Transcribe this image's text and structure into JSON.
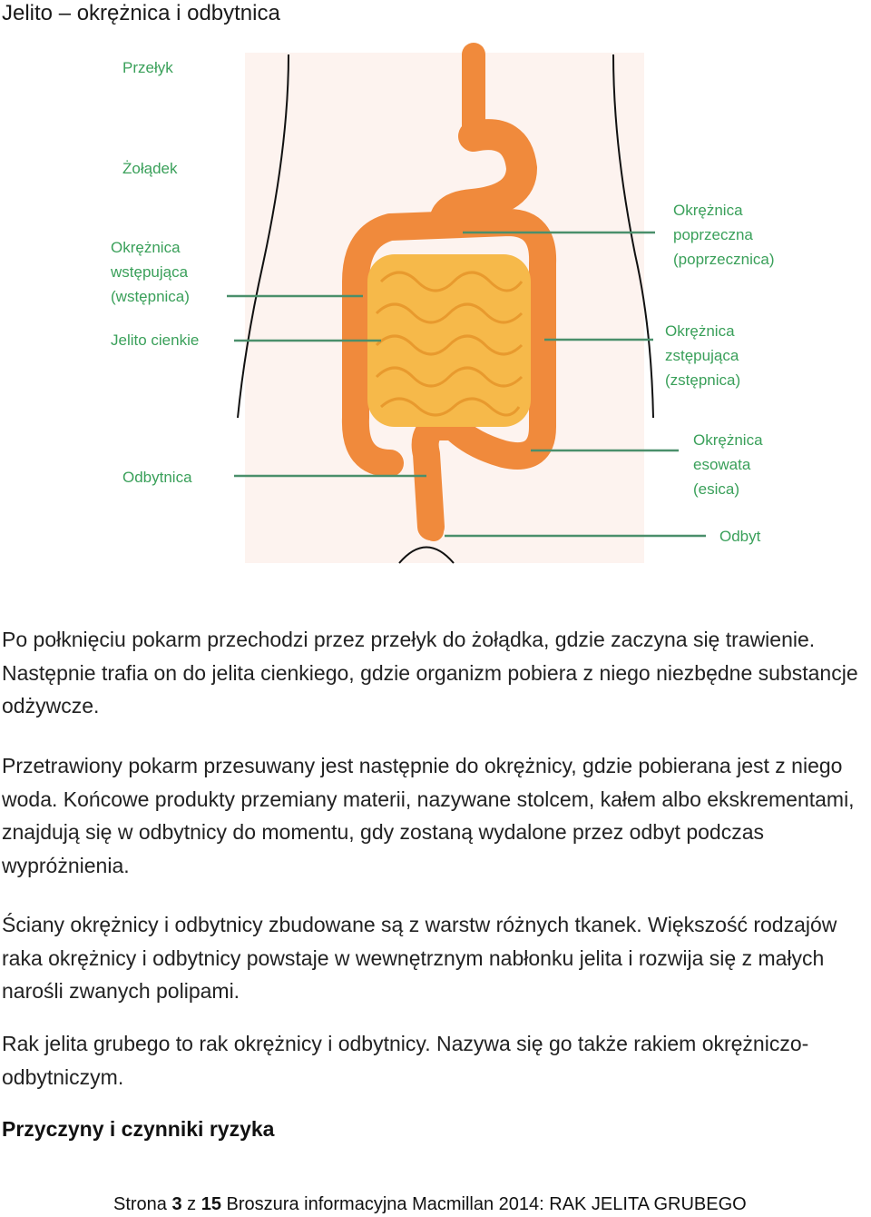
{
  "title": "Jelito – okrężnica i odbytnica",
  "diagram": {
    "labels": {
      "przelyk": "Przełyk",
      "zoladek": "Żołądek",
      "wstepujaca": "Okrężnica\nwstępująca\n(wstępnica)",
      "jelito_cienkie": "Jelito cienkie",
      "odbytnica": "Odbytnica",
      "poprzeczna": "Okrężnica\npoprzeczna\n(poprzecznica)",
      "zstepujaca": "Okrężnica\nzstępująca\n(zstępnica)",
      "esowata": "Okrężnica\nesowata\n(esica)",
      "odbyt": "Odbyt"
    },
    "colors": {
      "colon": "#f08a3c",
      "small_intestine": "#f6b94a",
      "label": "#3aa05a",
      "leader": "#4a8f6b"
    }
  },
  "paragraphs": [
    "Po połknięciu pokarm przechodzi przez przełyk do żołądka, gdzie zaczyna się trawienie. Następnie trafia on do jelita cienkiego, gdzie organizm pobiera z niego niezbędne substancje odżywcze.",
    "Przetrawiony pokarm przesuwany jest następnie do okrężnicy, gdzie pobierana jest z niego woda. Końcowe produkty przemiany materii, nazywane stolcem, kałem albo ekskrementami, znajdują się w odbytnicy do momentu, gdy zostaną wydalone przez odbyt podczas wypróżnienia.",
    "Ściany okrężnicy i odbytnicy zbudowane są z warstw różnych tkanek. Większość rodzajów raka okrężnicy i odbytnicy powstaje w wewnętrznym nabłonku jelita i rozwija się z małych narośli zwanych polipami.",
    "Rak jelita grubego to rak okrężnicy i odbytnicy. Nazywa się go także rakiem okrężniczo-odbytniczym."
  ],
  "section_heading": "Przyczyny i czynniki ryzyka",
  "footer": {
    "prefix": "Strona ",
    "page": "3",
    "of": " z ",
    "total": "15",
    "suffix": " Broszura informacyjna Macmillan 2014: RAK JELITA GRUBEGO"
  }
}
